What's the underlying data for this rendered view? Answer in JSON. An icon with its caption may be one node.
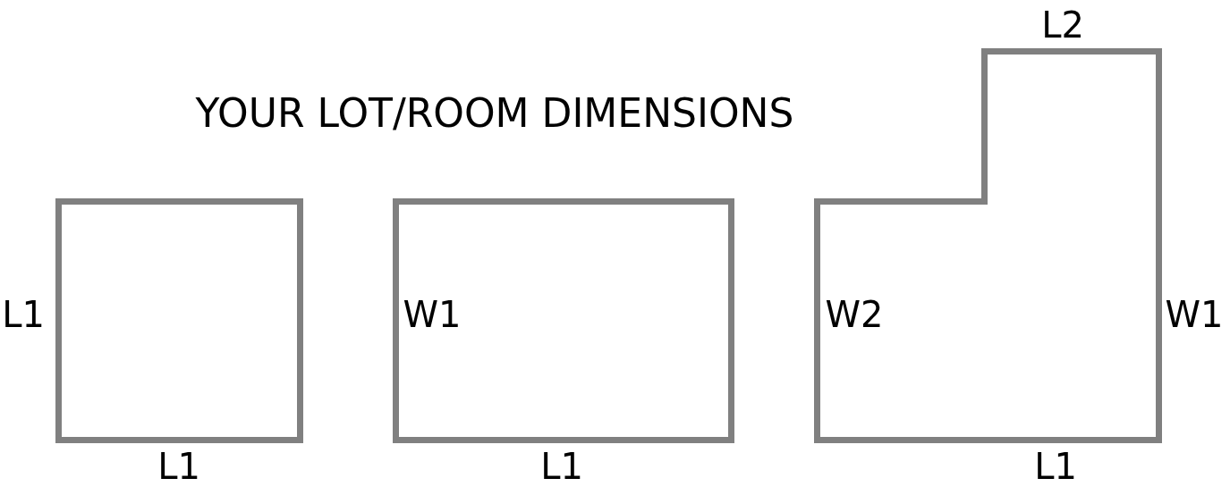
{
  "diagram": {
    "title": "YOUR LOT/ROOM DIMENSIONS",
    "nodes": [
      {
        "text": [],
        "shape": "box",
        "beside": [
          "L1",
          "L1"
        ]
      },
      {
        "text": [
          "W1"
        ],
        "beside": [
          "L1"
        ]
      },
      {
        "text": [
          "W2"
        ],
        "beside": [
          "L2",
          "W1",
          "L1"
        ]
      }
    ]
  }
}
